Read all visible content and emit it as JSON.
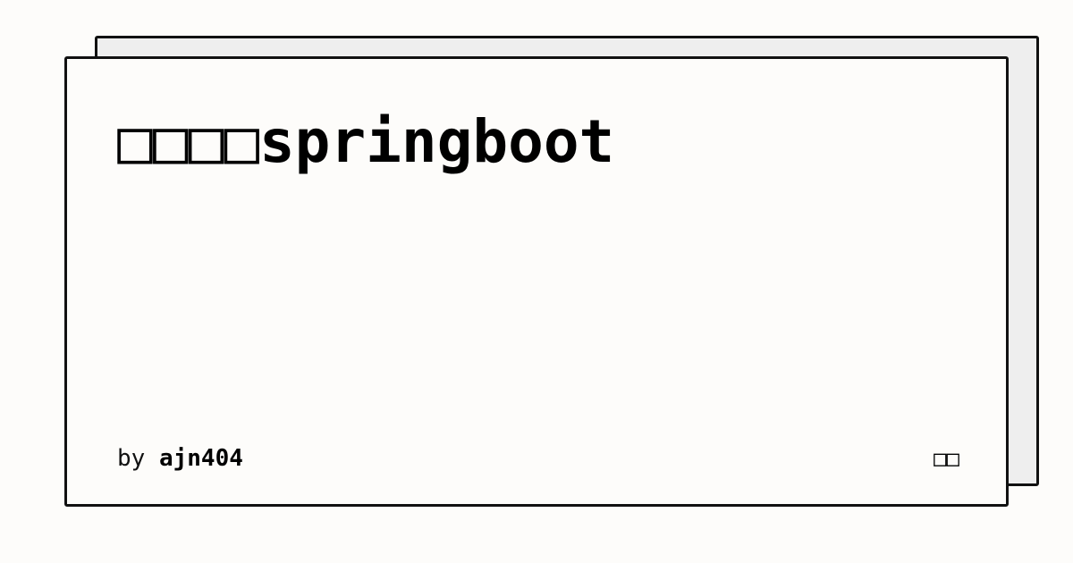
{
  "card": {
    "title": "□□□□springboot",
    "byline_prefix": "by",
    "author": "ajn404",
    "site_mark": "□□"
  },
  "colors": {
    "background": "#fdfcfa",
    "shadow_card": "#eeeeee",
    "border": "#111111",
    "text": "#000000"
  }
}
